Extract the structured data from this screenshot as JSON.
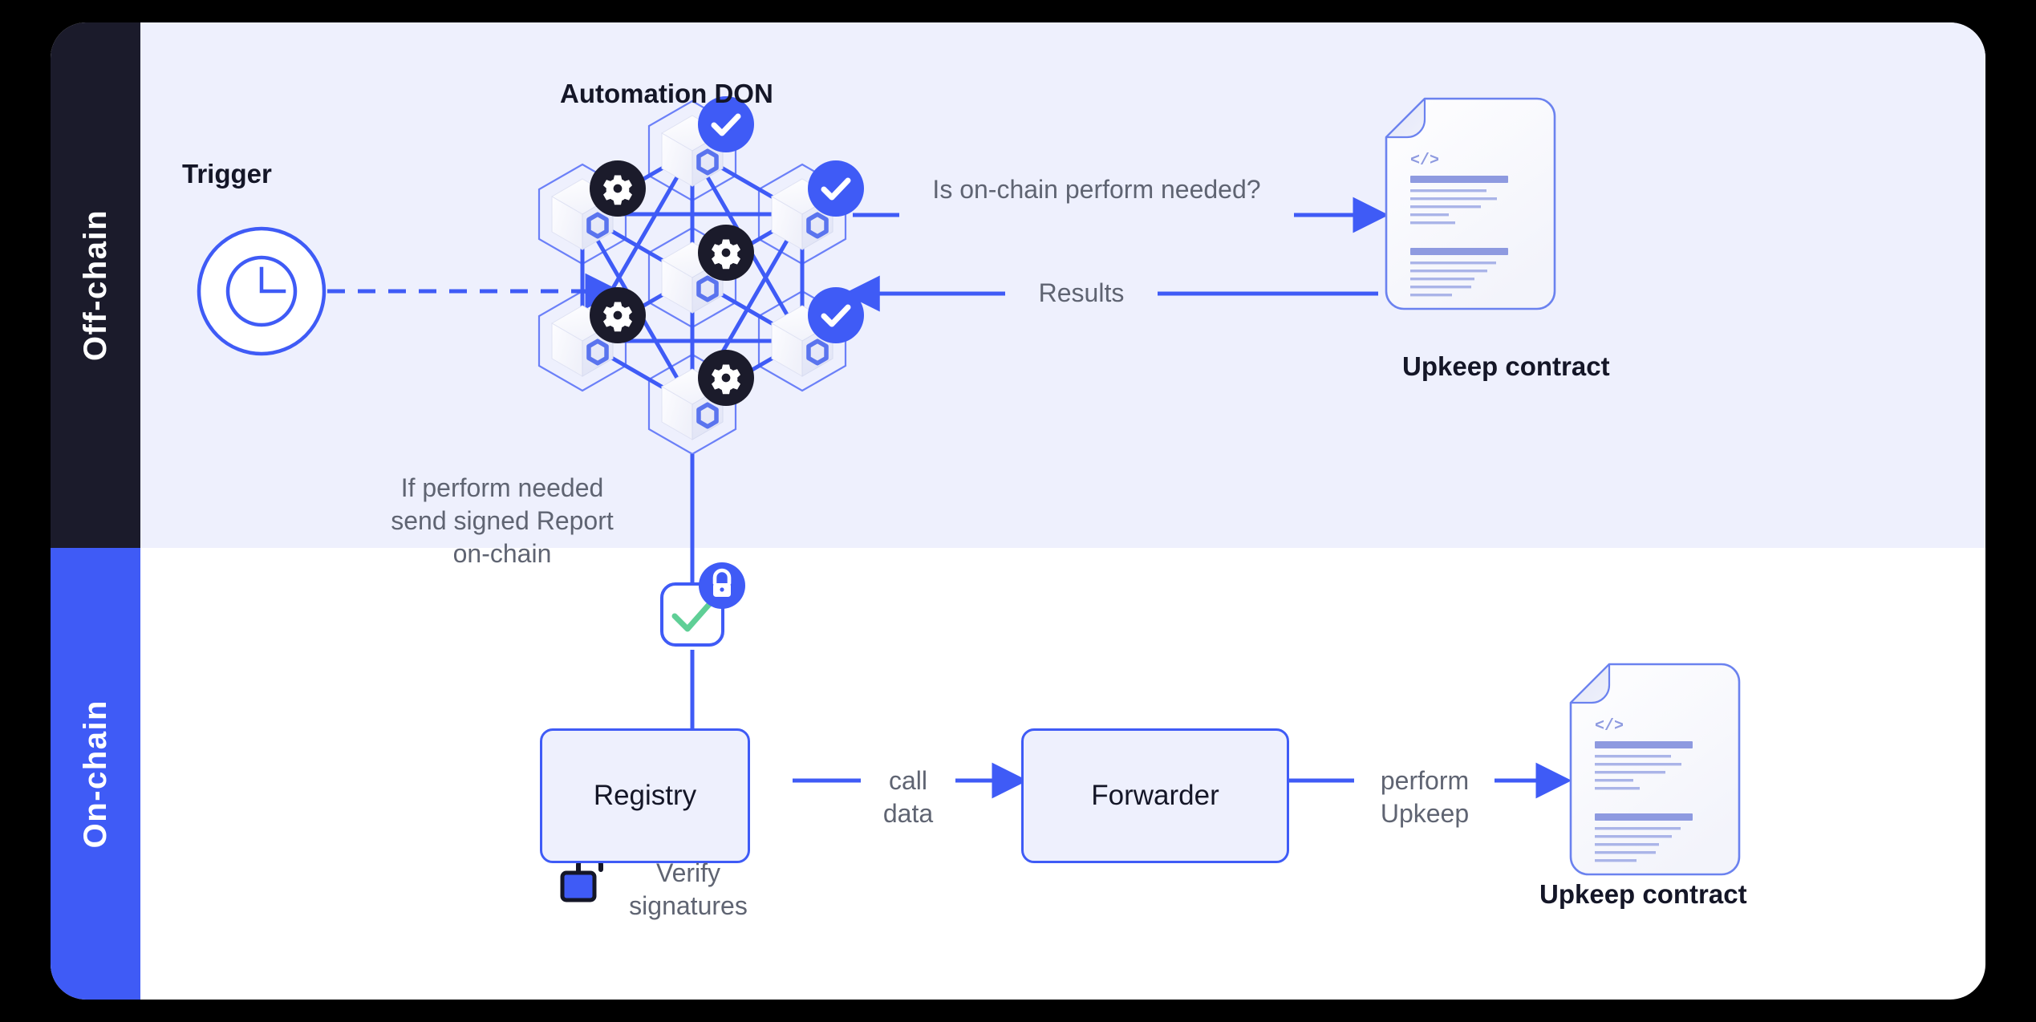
{
  "layers": {
    "offchain_label": "Off-chain",
    "onchain_label": "On-chain"
  },
  "offchain": {
    "trigger_title": "Trigger",
    "trigger_icon": "clock-icon",
    "don_title": "Automation DON",
    "question_label": "Is on-chain perform needed?",
    "results_label": "Results",
    "contract_title": "Upkeep contract",
    "contract_icon": "code-document-icon",
    "report_note": "If perform needed send signed Report on-chain",
    "report_badge_icon": "lock-icon",
    "report_check_icon": "check-icon"
  },
  "onchain": {
    "registry_label": "Registry",
    "verify_label": "Verify signatures",
    "verify_icon": "unlocked-padlock-icon",
    "calldata_label": "call data",
    "forwarder_label": "Forwarder",
    "perform_label": "perform Upkeep",
    "contract_title": "Upkeep contract",
    "contract_icon": "code-document-icon"
  },
  "don_nodes": [
    {
      "id": "node-top",
      "badge": "check-icon"
    },
    {
      "id": "node-left-upper",
      "badge": "gear-icon"
    },
    {
      "id": "node-right-upper",
      "badge": "check-icon"
    },
    {
      "id": "node-center",
      "badge": "gear-icon"
    },
    {
      "id": "node-left-lower",
      "badge": "gear-icon"
    },
    {
      "id": "node-right-lower",
      "badge": "check-icon"
    },
    {
      "id": "node-bottom",
      "badge": "gear-icon"
    }
  ],
  "colors": {
    "page_background": "#000000",
    "card": "#ffffff",
    "offchain_band": "#eef0fd",
    "offchain_rail": "#1b1b2b",
    "onchain_rail": "#3f5bf6",
    "accent_blue": "#3f5bf6",
    "node_badge_dark": "#1b1b2b",
    "check_green": "#5fcf96",
    "text_dark": "#141627",
    "text_gray": "#5f6472",
    "doc_line": "#8e9ae0"
  }
}
